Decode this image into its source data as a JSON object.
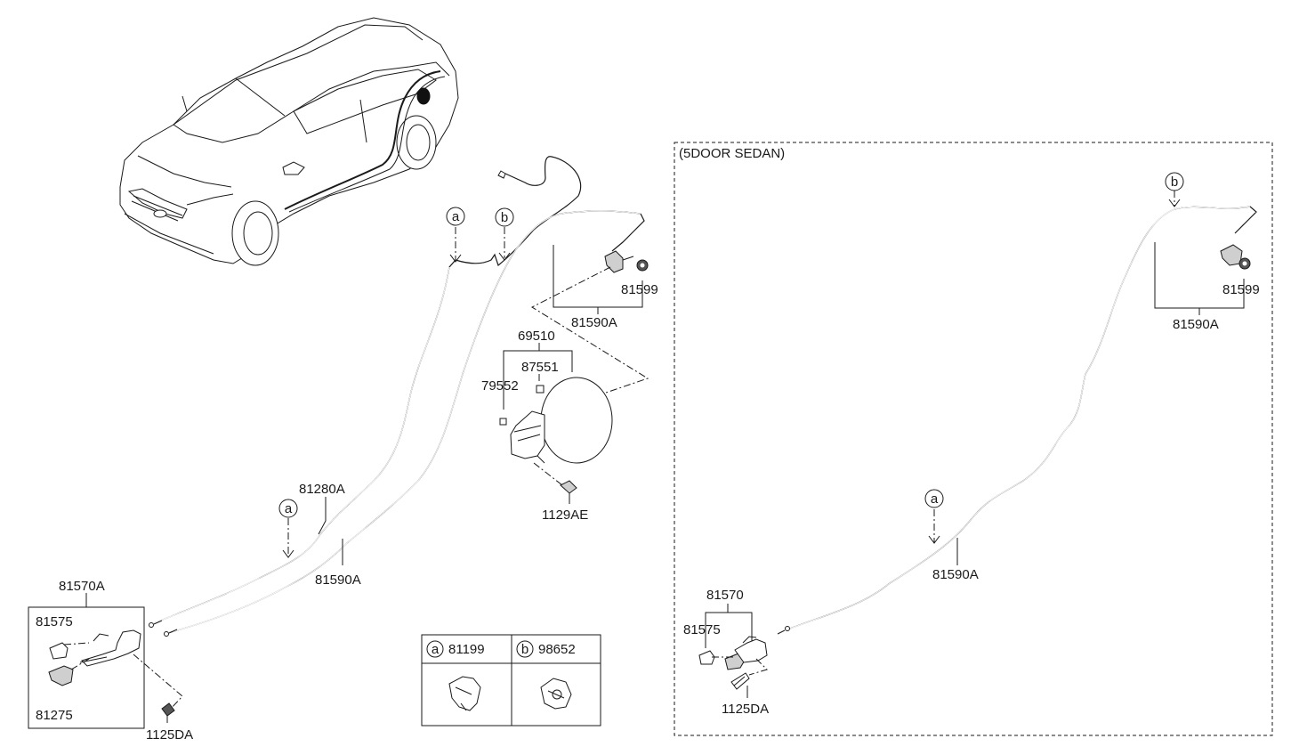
{
  "callouts": {
    "a": "a",
    "b": "b"
  },
  "main": {
    "labels": {
      "p81599": "81599",
      "p81590A_top": "81590A",
      "p69510": "69510",
      "p87551": "87551",
      "p79552": "79552",
      "p1129AE": "1129AE",
      "p81280A": "81280A",
      "p81590A_bottom": "81590A",
      "p81570A": "81570A",
      "p81575": "81575",
      "p81275": "81275",
      "p1125DA": "1125DA"
    }
  },
  "legend": {
    "a_code": "81199",
    "b_code": "98652"
  },
  "sedan": {
    "title": "(5DOOR SEDAN)",
    "labels": {
      "p81599": "81599",
      "p81590A_top": "81590A",
      "p81590A_mid": "81590A",
      "p81570": "81570",
      "p81575": "81575",
      "p1125DA": "1125DA"
    }
  }
}
